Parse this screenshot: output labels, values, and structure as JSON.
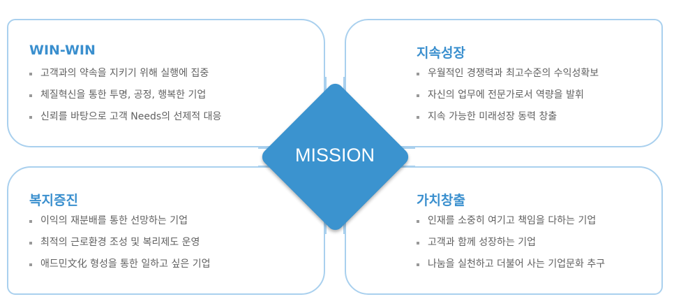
{
  "center": {
    "label": "MISSION"
  },
  "quadrants": [
    {
      "title": "WIN-WIN",
      "items": [
        "고객과의 약속을 지키기 위해 실행에 집중",
        "체질혁신을 통한 투명, 공정, 행복한 기업",
        "신뢰를 바탕으로 고객 Needs의 선제적 대응"
      ]
    },
    {
      "title": "지속성장",
      "items": [
        "우월적인 경쟁력과 최고수준의 수익성확보",
        "자신의 업무에 전문가로서 역량을 발휘",
        "지속 가능한 미래성장 동력 창출"
      ]
    },
    {
      "title": "복지증진",
      "items": [
        "이익의 재분배를 통한 선망하는 기업",
        "최적의 근로환경 조성 및 복리제도 운영",
        "애드민文化 형성을 통한 일하고 싶은 기업"
      ]
    },
    {
      "title": "가치창출",
      "items": [
        "인재를 소중히 여기고 책임을 다하는 기업",
        "고객과 함께 성장하는 기업",
        "나눔을 실천하고 더불어 사는 기업문화 추구"
      ]
    }
  ]
}
